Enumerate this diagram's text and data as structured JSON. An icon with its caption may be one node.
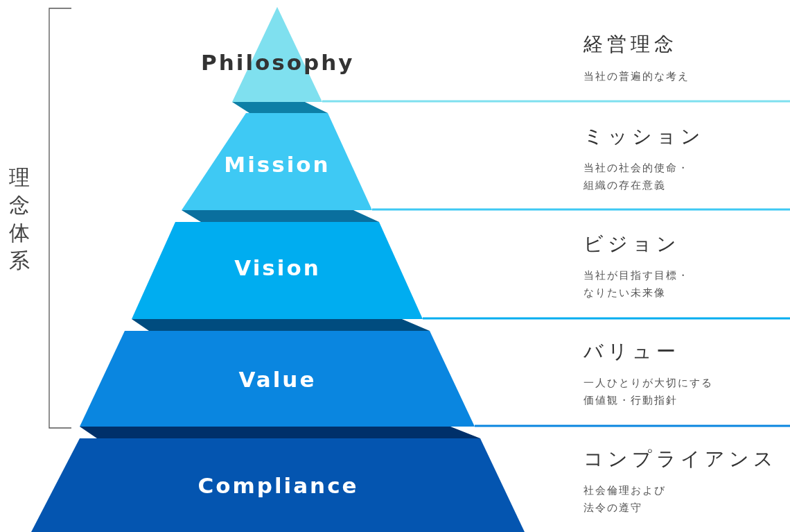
{
  "diagram": {
    "nodes": [
      {
        "text": [
          "Philosophy"
        ],
        "beside": [
          "経営理念",
          "当社の普遍的な考え"
        ]
      },
      {
        "text": [
          "Mission"
        ],
        "beside": [
          "ミッション",
          "当社の社会的使命・組織の存在意義"
        ]
      },
      {
        "text": [
          "Vision"
        ],
        "beside": [
          "ビジョン",
          "当社が目指す目標・なりたい未来像"
        ]
      },
      {
        "text": [
          "Value"
        ],
        "beside": [
          "バリュー",
          "一人ひとりが大切にする価値観・行動指針"
        ]
      },
      {
        "text": [
          "Compliance"
        ],
        "beside": [
          "コンプライアンス",
          "社会倫理および法令の遵守"
        ]
      }
    ],
    "labels": [
      "理念体系"
    ]
  }
}
